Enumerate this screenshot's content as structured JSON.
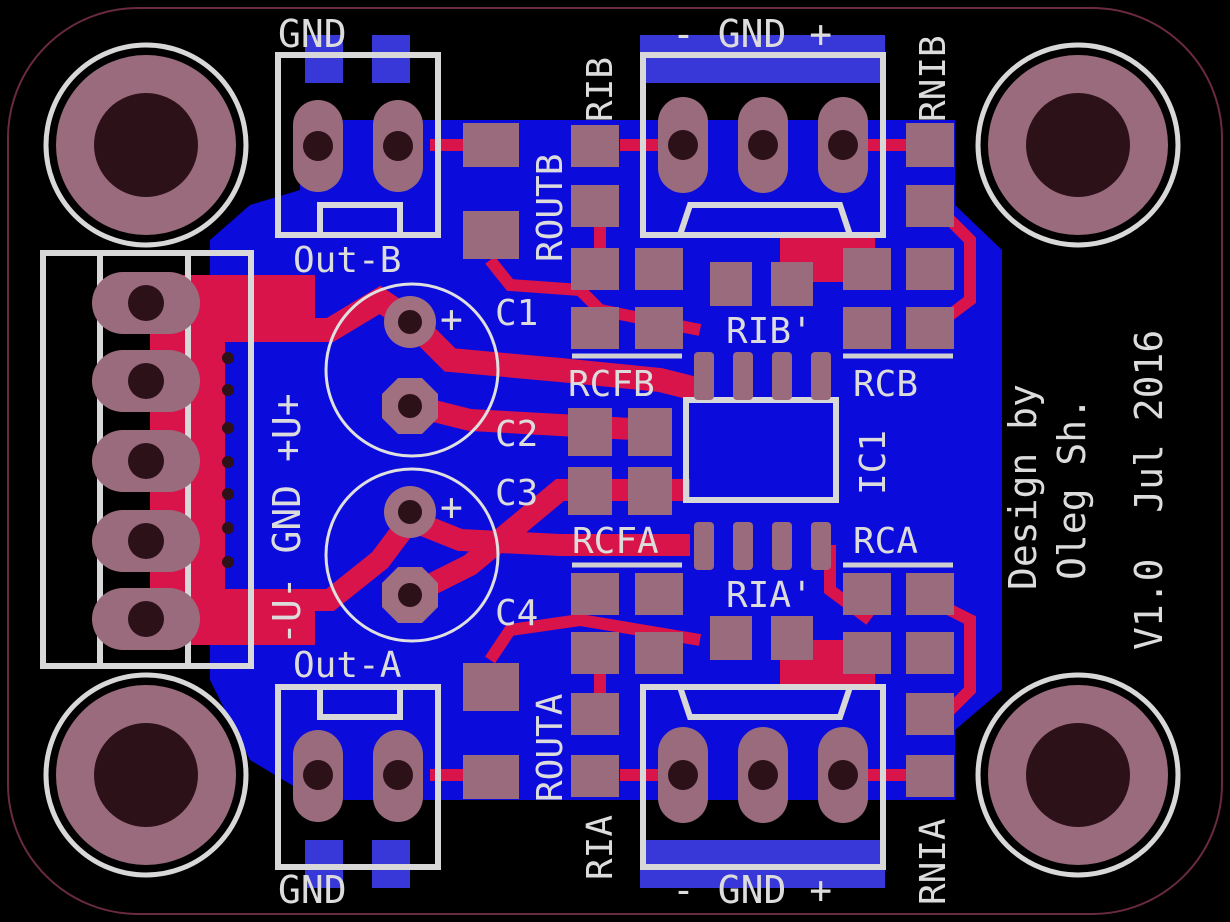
{
  "colors": {
    "background": "#000000",
    "bottom_copper": "#0b0bdc",
    "top_copper": "#d8144a",
    "silkscreen": "#d8d8d8",
    "pad": "#9a6b7c",
    "drill": "#2c1119"
  },
  "labels": {
    "gnd_top_left": "GND",
    "gnd_bottom_left": "GND",
    "gnd_top_right": "- GND +",
    "gnd_bottom_right": "- GND +",
    "out_b": "Out-B",
    "out_a": "Out-A",
    "power": "-U- GND +U+",
    "c1": "C1",
    "c2": "C2",
    "c3": "C3",
    "c4": "C4",
    "plus1": "+",
    "plus2": "+",
    "rcfb": "RCFB",
    "rcfa": "RCFA",
    "rcb": "RCB",
    "rca": "RCA",
    "rib_prime": "RIB'",
    "ria_prime": "RIA'",
    "ic1": "IC1",
    "rib": "RIB",
    "ria": "RIA",
    "rnib": "RNIB",
    "rnia": "RNIA",
    "routb": "ROUTB",
    "routa": "ROUTA",
    "credit_line1": "Design by",
    "credit_line2": "Oleg Sh.",
    "version": "V1.0  Jul 2016"
  }
}
